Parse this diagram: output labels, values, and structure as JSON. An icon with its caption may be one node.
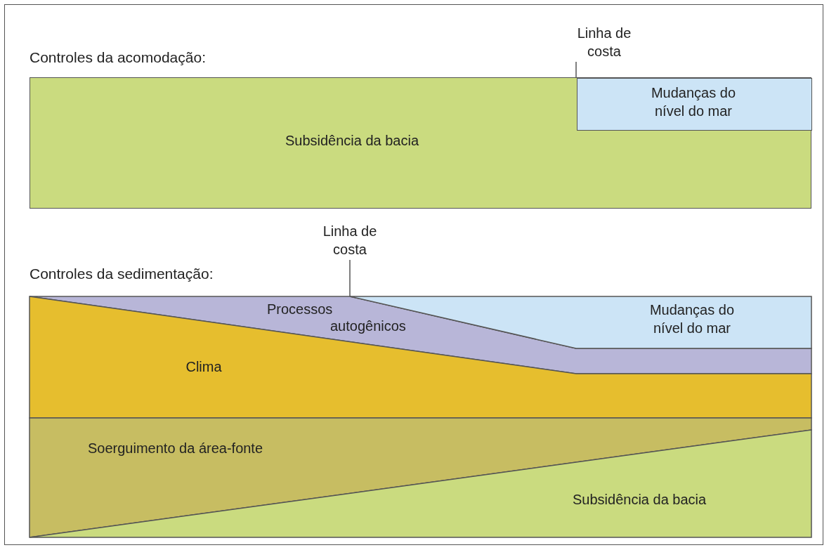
{
  "diagram": {
    "nodes": [
      {
        "text": [
          "Subsidência da bacia"
        ]
      },
      {
        "text": [
          "Mudanças do nível do mar"
        ],
        "in": 0
      },
      {
        "text": [
          "Linha de costa"
        ]
      },
      {
        "text": [
          "Processos autogênicos"
        ]
      },
      {
        "text": [
          "Mudanças do nível do mar"
        ]
      },
      {
        "text": [
          "Clima"
        ]
      },
      {
        "text": [
          "Soerguimento da área-fonte"
        ]
      },
      {
        "text": [
          "Subsidência da bacia"
        ]
      },
      {
        "text": [
          "Linha de costa"
        ]
      }
    ],
    "edges": [
      {
        "from": 2,
        "to": 1,
        "arrow": "none"
      },
      {
        "from": 8,
        "to": 4,
        "arrow": "none"
      }
    ],
    "labels": [
      "Controles da acomodação:",
      "Controles da sedimentação:"
    ]
  }
}
